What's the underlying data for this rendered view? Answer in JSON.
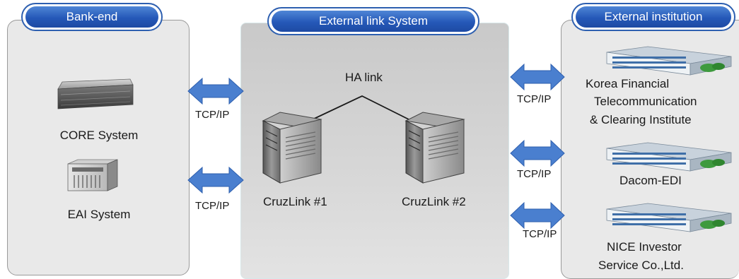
{
  "sections": {
    "bank_end": {
      "title": "Bank-end",
      "systems": [
        "CORE System",
        "EAI System"
      ]
    },
    "external_link": {
      "title": "External link System",
      "ha_label": "HA link",
      "nodes": [
        "CruzLink #1",
        "CruzLink #2"
      ]
    },
    "external_institution": {
      "title": "External institution",
      "institutions": [
        {
          "lines": [
            "Korea Financial",
            "Telecommunication",
            "& Clearing Institute"
          ]
        },
        {
          "lines": [
            "Dacom-EDI"
          ]
        },
        {
          "lines": [
            "NICE Investor",
            "Service Co.,Ltd."
          ]
        }
      ]
    }
  },
  "links": [
    "TCP/IP",
    "TCP/IP",
    "TCP/IP",
    "TCP/IP",
    "TCP/IP"
  ],
  "colors": {
    "accent": "#2558b8",
    "arrow": "#4a7fcf",
    "panel": "#e9e9e9"
  },
  "icons": {
    "core": "rack-server-icon",
    "eai": "tower-server-icon",
    "node": "server-tower-icon",
    "institution": "office-building-icon",
    "arrow": "double-arrow-icon"
  }
}
